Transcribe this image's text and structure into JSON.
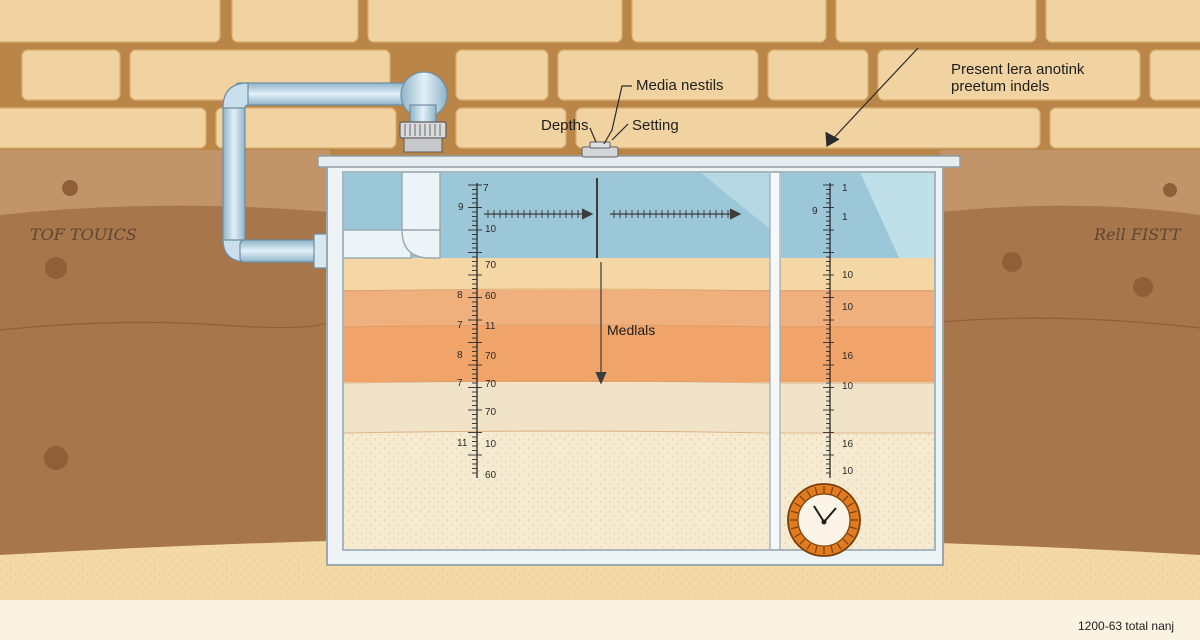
{
  "colors": {
    "brick": "#f0d3a0",
    "brick_dark": "#d9ae70",
    "mortar": "#b98648",
    "soil": "#a8764b",
    "soil_dark": "#8f6037",
    "floor": "#f4d9a6",
    "water": "#9cc7d8",
    "water_light": "#c6e3ec",
    "layer_sand_top": "#f4d7a4",
    "layer_orange_1": "#f0b07e",
    "layer_orange_2": "#f1a46a",
    "layer_beige": "#f0e3c8",
    "layer_base": "#f6ebd1",
    "pipe": "#b9d6e6",
    "gauge": "#e07b1f"
  },
  "annotations": {
    "media_nestils": "Media nestils",
    "depths": "Depths",
    "setting": "Setting",
    "present_line1": "Present lera anotink",
    "present_line2": "preetum indels",
    "medials": "Medlals",
    "left_wall": "TOF TOUICS",
    "right_wall": "Rell FISTT",
    "footer": "1200-63 total nanj"
  },
  "left_ruler": {
    "top_labels": [
      "9",
      "10"
    ],
    "small_label": "7",
    "labels": [
      {
        "v": "70",
        "side": ""
      },
      {
        "v": "60",
        "side": "8"
      },
      {
        "v": "11",
        "side": "7"
      },
      {
        "v": "70",
        "side": "8"
      },
      {
        "v": "70",
        "side": "7"
      },
      {
        "v": "70",
        "side": ""
      },
      {
        "v": "10",
        "side": "11"
      },
      {
        "v": "60",
        "side": ""
      }
    ]
  },
  "right_ruler": {
    "labels": [
      "1",
      "1",
      "10",
      "10",
      "16",
      "10",
      "16",
      "10"
    ],
    "side_label": "9"
  }
}
